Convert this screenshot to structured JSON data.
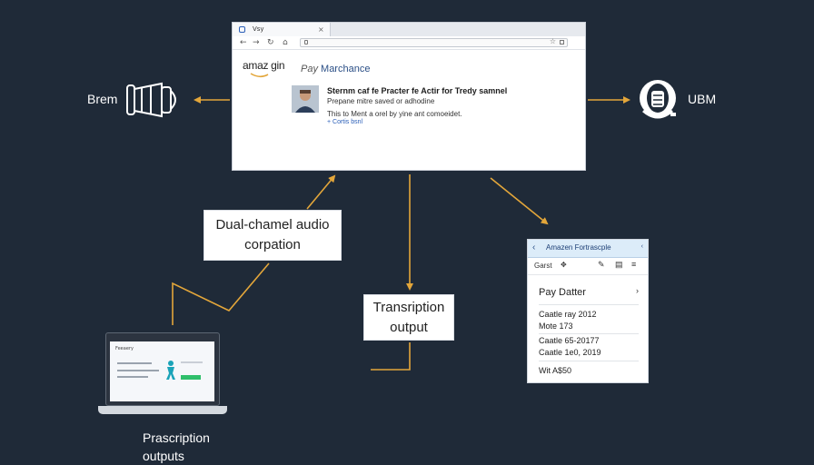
{
  "browser": {
    "tab_label": "Vsy",
    "tab_close": "×",
    "logo_text": "amaz gin",
    "page_title_prefix": "Pay",
    "page_title": "Marchance",
    "message": {
      "line1": "Sternm caf fe Practer fe Actir for Tredy samnel",
      "line2": "Prepane mitre saved or adhodine",
      "line3": "This to Ment a orel by yine ant comoeidet.",
      "link": "+ Cortis bsnl"
    }
  },
  "left_label": "Brem",
  "right_label": "UBM",
  "boxes": {
    "dual_channel": [
      "Dual-chamel audio",
      "corpation"
    ],
    "transcription": [
      "Transription",
      "output"
    ]
  },
  "panel": {
    "header_title": "Amazen Fortrascple",
    "back": "‹",
    "more": "‹",
    "search_label": "Garst",
    "section_title": "Pay Datter",
    "section_chevron": "›",
    "rows": [
      "Caatle ray 2012",
      "Mote 173",
      "Caatle 65-20177",
      "Caatle 1e0, 2019"
    ],
    "footer": "Wit A$50"
  },
  "laptop": {
    "title": "Feeaery"
  },
  "bottom_label": [
    "Prascription",
    "outputs"
  ],
  "colors": {
    "background": "#1f2a38",
    "arrow": "#e3a63a"
  }
}
